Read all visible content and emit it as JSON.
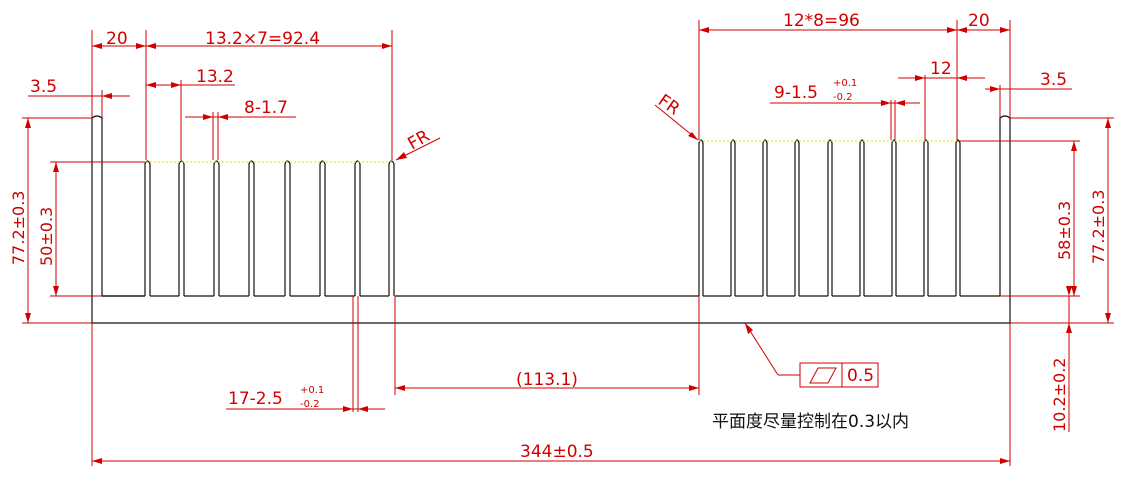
{
  "drawing": {
    "overall_width": "344±0.5",
    "base_thickness": "10.2±0.2",
    "left_end_gap": "20",
    "left_pitch": "13.2×7=92.4",
    "left_wall": "3.5",
    "left_fin_pitch": "13.2",
    "left_fin_count_thk": "8-1.7",
    "left_height_total": "77.2±0.3",
    "left_fin_height": "50±0.3",
    "left_fin_label": "FR",
    "bottom_fin": {
      "main": "17-2.5",
      "tol_plus": "+0.1",
      "tol_minus": "-0.2"
    },
    "center_span": "(113.1)",
    "right_pitch": "12*8=96",
    "right_end_gap": "20",
    "right_fin_pitch": "12",
    "right_fin": {
      "main": "9-1.5",
      "tol_plus": "+0.1",
      "tol_minus": "-0.2"
    },
    "right_wall": "3.5",
    "right_fin_label": "FR",
    "right_fin_height": "58±0.3",
    "right_height_total": "77.2±0.3",
    "flatness_value": "0.5",
    "note": "平面度尽量控制在0.3以内"
  }
}
